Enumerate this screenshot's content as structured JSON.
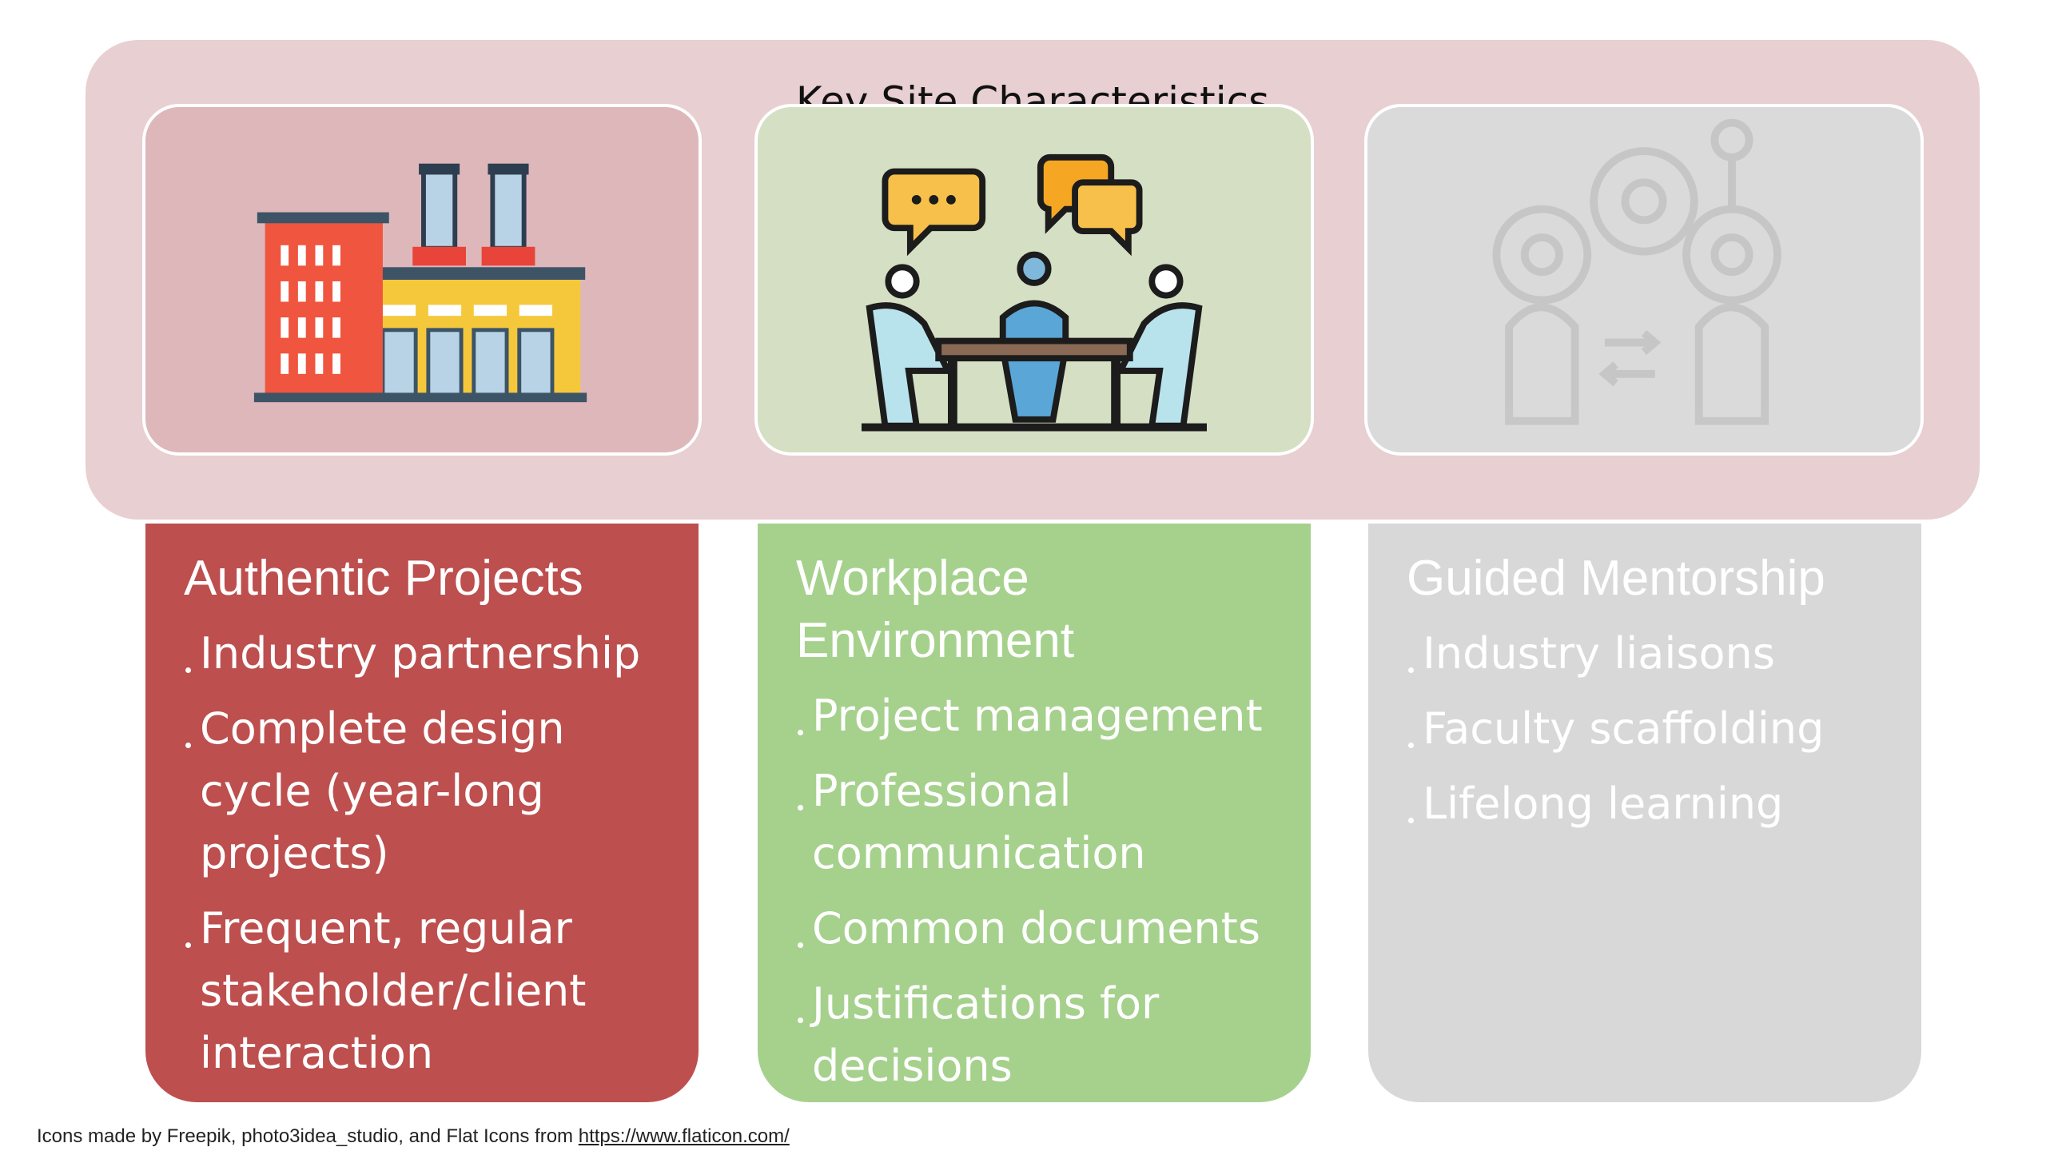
{
  "banner": {
    "title": "Key Site Characteristics"
  },
  "icons": [
    {
      "name": "factory-icon"
    },
    {
      "name": "team-meeting-icon"
    },
    {
      "name": "mentorship-gears-icon"
    }
  ],
  "cards": [
    {
      "title": "Authentic Projects",
      "color": "#bd4f4e",
      "items": [
        "Industry partnership",
        "Complete design cycle (year-long projects)",
        "Frequent, regular stakeholder/client interaction"
      ]
    },
    {
      "title": "Workplace Environment",
      "color": "#a6d18d",
      "items": [
        "Project management",
        "Professional communication",
        "Common documents",
        "Justifications for decisions"
      ]
    },
    {
      "title": "Guided Mentorship",
      "color": "#d8d8d8",
      "items": [
        "Industry liaisons",
        "Faculty scaffolding",
        "Lifelong learning"
      ]
    }
  ],
  "credit": {
    "text": "Icons made by Freepik, photo3idea_studio, and Flat Icons from ",
    "link": "https://www.flaticon.com/"
  }
}
